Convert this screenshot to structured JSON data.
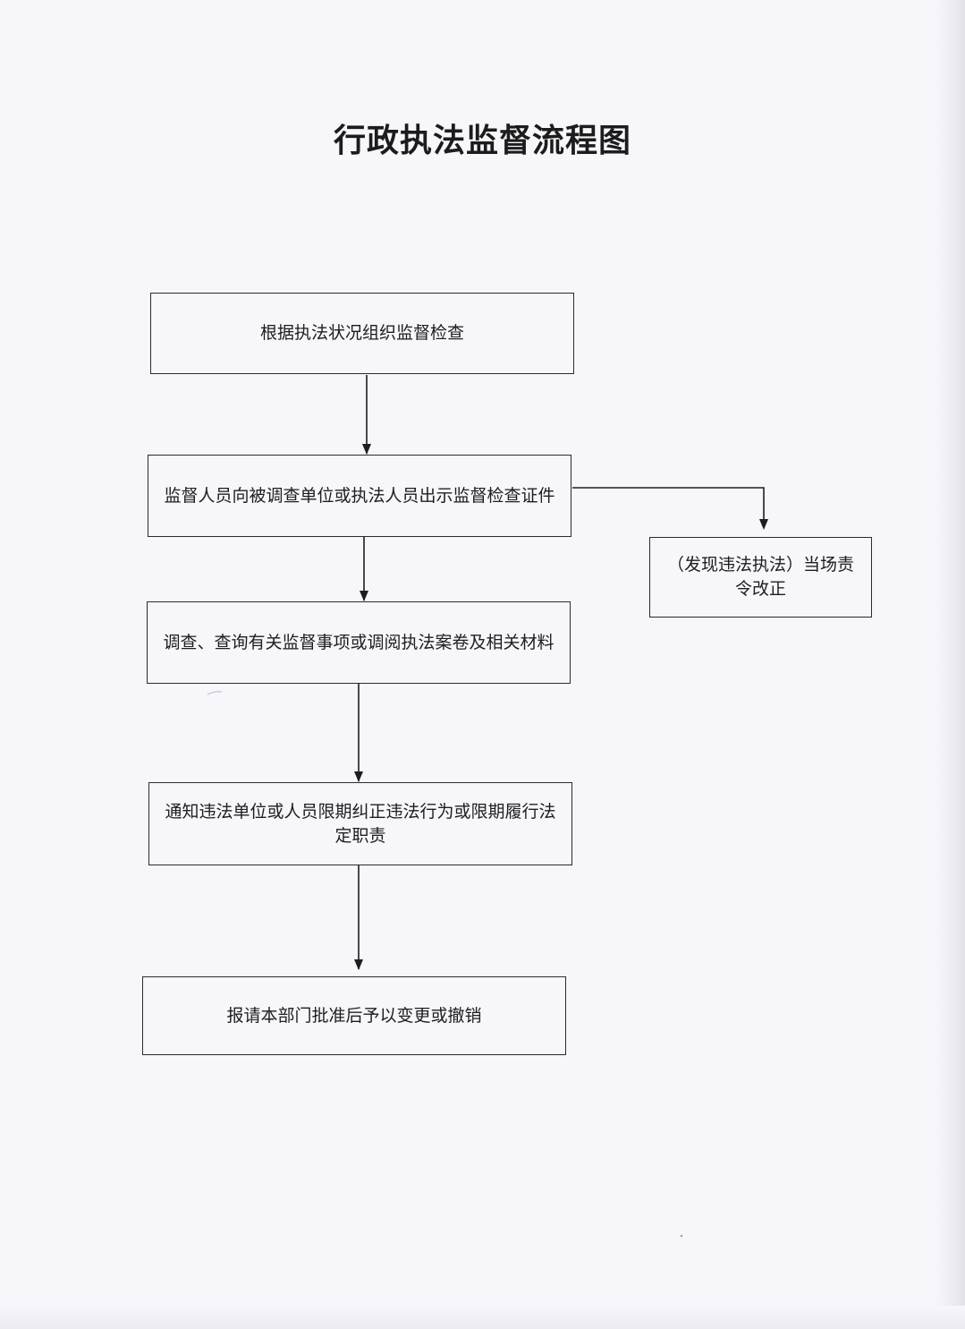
{
  "title": "行政执法监督流程图",
  "steps": [
    {
      "text": "根据执法状况组织监督检查"
    },
    {
      "text": "监督人员向被调查单位或执法人员出示监督检查证件"
    },
    {
      "text": "调查、查询有关监督事项或调阅执法案卷及相关材料"
    },
    {
      "text": "通知违法单位或人员限期纠正违法行为或限期履行法定职责"
    },
    {
      "text": "报请本部门批准后予以变更或撤销"
    }
  ],
  "side_step": {
    "text": "（发现违法执法）当场责令改正"
  }
}
